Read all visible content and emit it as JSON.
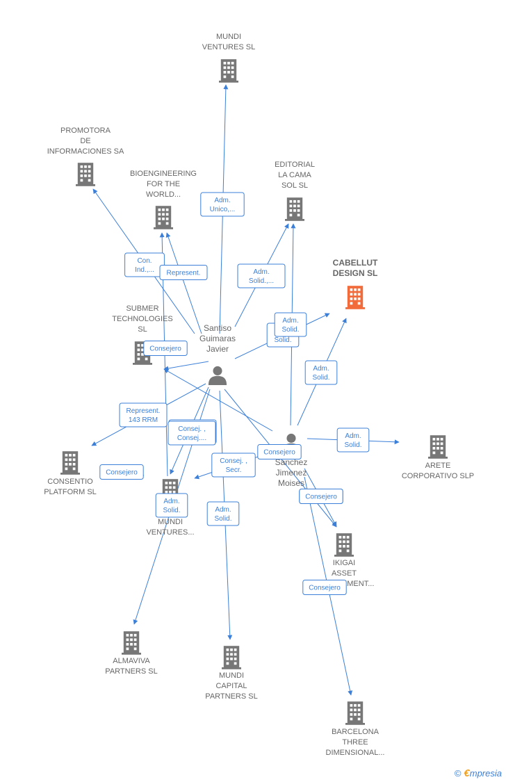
{
  "colors": {
    "edge": "#3b7fd9",
    "company": "#777777",
    "focus_company": "#f26b3a",
    "person": "#777777",
    "label": "#666666"
  },
  "companies": [
    {
      "id": "mundi_ventures",
      "name": [
        "MUNDI",
        "VENTURES  SL"
      ],
      "focus": false,
      "icon": "building-icon"
    },
    {
      "id": "promotora",
      "name": [
        "PROMOTORA",
        "DE",
        "INFORMACIONES SA"
      ],
      "focus": false,
      "icon": "building-icon"
    },
    {
      "id": "bioengineering",
      "name": [
        "BIOENGINEERING",
        "FOR THE",
        "WORLD..."
      ],
      "focus": false,
      "icon": "building-icon"
    },
    {
      "id": "editorial",
      "name": [
        "EDITORIAL",
        "LA CAMA",
        "SOL  SL"
      ],
      "focus": false,
      "icon": "building-icon"
    },
    {
      "id": "cabellut",
      "name": [
        "CABELLUT",
        "DESIGN  SL"
      ],
      "focus": true,
      "icon": "building-icon"
    },
    {
      "id": "submer",
      "name": [
        "SUBMER",
        "TECHNOLOGIES",
        "SL"
      ],
      "focus": false,
      "icon": "building-icon"
    },
    {
      "id": "consentio",
      "name": [
        "CONSENTIO",
        "PLATFORM  SL"
      ],
      "focus": false,
      "icon": "building-icon"
    },
    {
      "id": "mundi_ventures2",
      "name": [
        "MUNDI",
        "VENTURES..."
      ],
      "focus": false,
      "icon": "building-icon"
    },
    {
      "id": "arete",
      "name": [
        "ARETE",
        "CORPORATIVO SLP"
      ],
      "focus": false,
      "icon": "building-icon"
    },
    {
      "id": "ikigai",
      "name": [
        "IKIGAI",
        "ASSET",
        "MANAGEMENT..."
      ],
      "focus": false,
      "icon": "building-icon"
    },
    {
      "id": "almaviva",
      "name": [
        "ALMAVIVA",
        "PARTNERS SL"
      ],
      "focus": false,
      "icon": "building-icon"
    },
    {
      "id": "mundi_capital",
      "name": [
        "MUNDI",
        "CAPITAL",
        "PARTNERS  SL"
      ],
      "focus": false,
      "icon": "building-icon"
    },
    {
      "id": "barcelona",
      "name": [
        "BARCELONA",
        "THREE",
        "DIMENSIONAL..."
      ],
      "focus": false,
      "icon": "building-icon"
    }
  ],
  "persons": [
    {
      "id": "santiso",
      "name": [
        "Santiso",
        "Guimaras",
        "Javier"
      ],
      "icon": "person-icon"
    },
    {
      "id": "sanchez",
      "name": [
        "Sanchez",
        "Jimenez",
        "Moises"
      ],
      "icon": "person-icon"
    }
  ],
  "edges": [
    {
      "from": "santiso",
      "to": "mundi_ventures",
      "label": [
        "Adm.",
        "Unico,..."
      ]
    },
    {
      "from": "santiso",
      "to": "promotora",
      "label": [
        "Con.",
        "Ind.,..."
      ]
    },
    {
      "from": "santiso",
      "to": "bioengineering",
      "label": [
        "Represent."
      ]
    },
    {
      "from": "santiso",
      "to": "editorial",
      "label": [
        "Adm.",
        "Solid.,..."
      ]
    },
    {
      "from": "santiso",
      "to": "cabellut",
      "label": [
        "Adm.",
        "Solid."
      ]
    },
    {
      "from": "santiso",
      "to": "submer",
      "label": [
        "Consejero"
      ]
    },
    {
      "from": "santiso",
      "to": "consentio",
      "label": [
        "Represent.",
        "143 RRM"
      ]
    },
    {
      "from": "santiso",
      "to": "mundi_ventures2",
      "label": [
        "Represent.",
        "143 RRM"
      ]
    },
    {
      "from": "santiso",
      "to": "almaviva",
      "label": [
        "Consej. ,",
        "Consej...."
      ]
    },
    {
      "from": "santiso",
      "to": "mundi_capital",
      "label": [
        "Adm.",
        "Solid."
      ]
    },
    {
      "from": "santiso",
      "to": "ikigai",
      "label": [
        "Consejero"
      ]
    },
    {
      "from": "sanchez",
      "to": "editorial",
      "label": [
        "Adm.",
        "Solid."
      ]
    },
    {
      "from": "sanchez",
      "to": "cabellut",
      "label": [
        "Adm.",
        "Solid."
      ]
    },
    {
      "from": "sanchez",
      "to": "arete",
      "label": [
        "Adm.",
        "Solid."
      ]
    },
    {
      "from": "sanchez",
      "to": "ikigai",
      "label": [
        "Consejero"
      ]
    },
    {
      "from": "sanchez",
      "to": "barcelona",
      "label": [
        "Consejero"
      ]
    },
    {
      "from": "sanchez",
      "to": "mundi_ventures2",
      "label": [
        "Consej. ,",
        "Secr."
      ]
    },
    {
      "from": "sanchez",
      "to": "submer",
      "label": [
        "Consejero"
      ]
    },
    {
      "from": "mundi_ventures2",
      "to": "bioengineering",
      "label": [
        "Adm.",
        "Solid."
      ]
    },
    {
      "from": "mundi_ventures2",
      "to": "consentio",
      "label": [
        "Consejero"
      ]
    }
  ],
  "footer": {
    "copyright": "©",
    "brand_first": "€",
    "brand_rest": "mpresia"
  }
}
